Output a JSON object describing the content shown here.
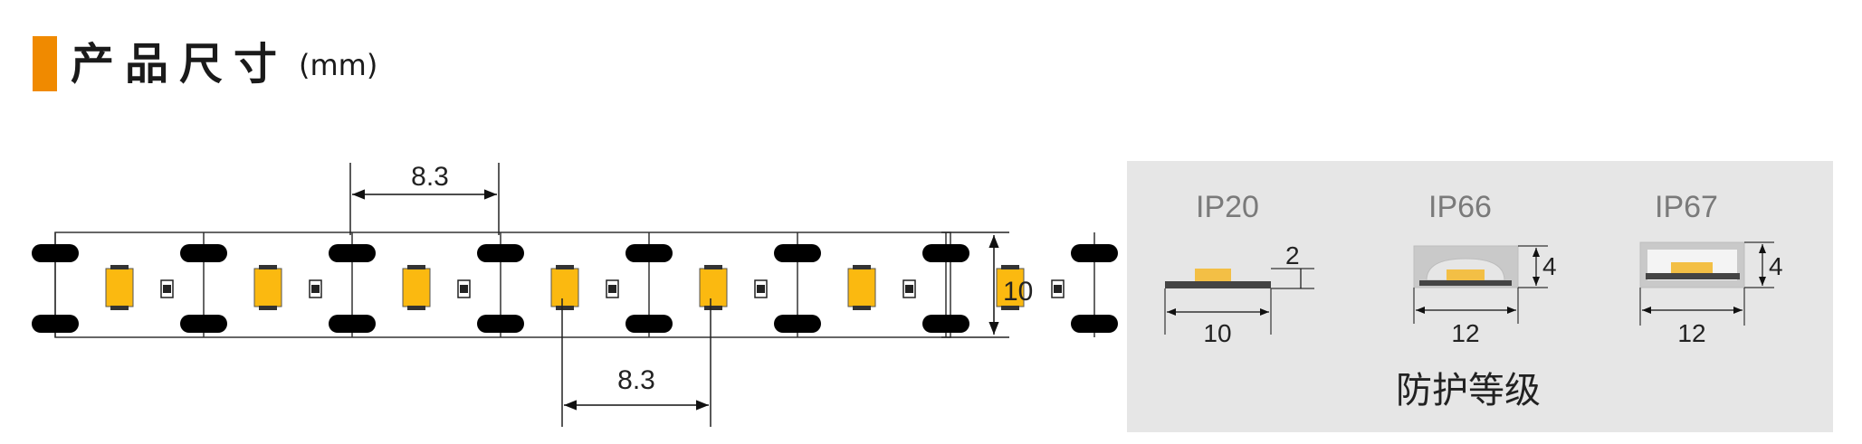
{
  "header": {
    "title": "产品尺寸",
    "unit": "(mm)"
  },
  "strip": {
    "pitch_top": "8.3",
    "pitch_bottom": "8.3",
    "width": "10",
    "led_color": "#fbb910",
    "pad_color": "#000000"
  },
  "ip_panel": {
    "background": "#e6e6e6",
    "items": [
      {
        "label": "IP20",
        "width": "10",
        "height": "2"
      },
      {
        "label": "IP66",
        "width": "12",
        "height": "4"
      },
      {
        "label": "IP67",
        "width": "12",
        "height": "4"
      }
    ],
    "caption": "防护等级"
  },
  "colors": {
    "accent": "#f08a00",
    "led": "#fbb910",
    "pcb": "#444444"
  }
}
